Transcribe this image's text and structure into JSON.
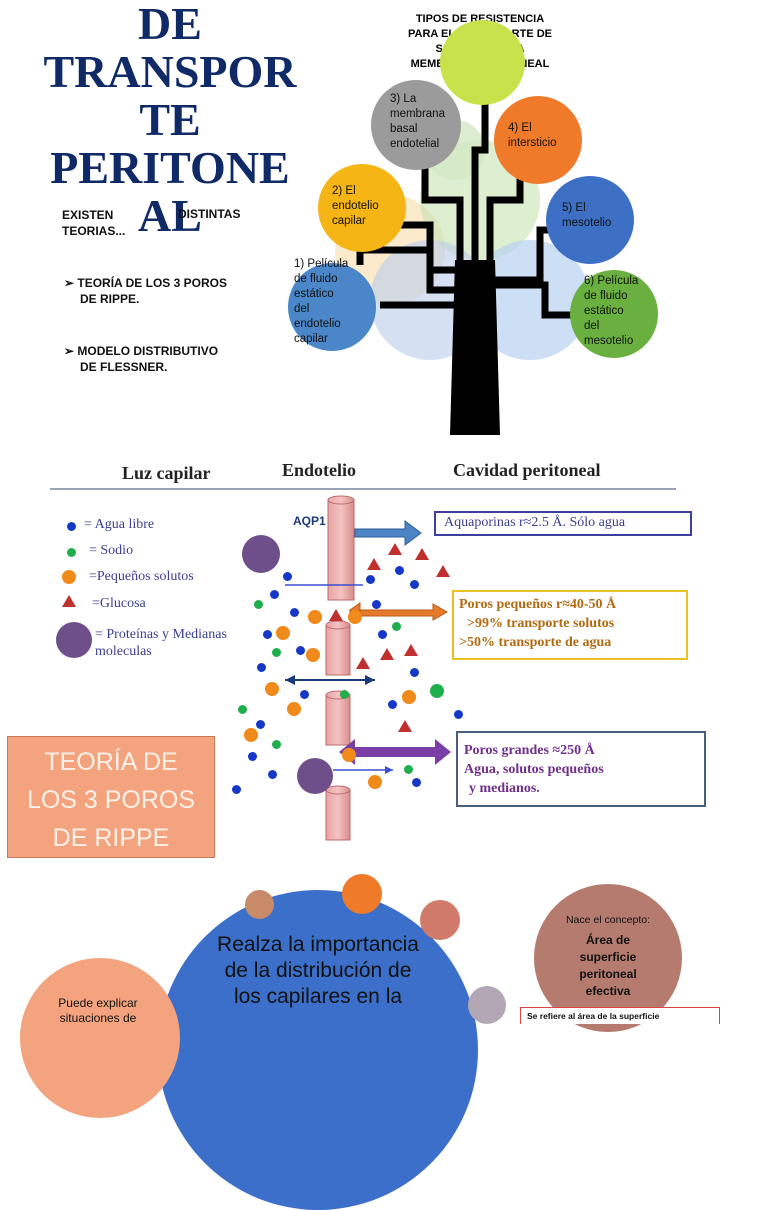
{
  "title_lines": [
    "DE",
    "TRANSPOR",
    "TE",
    "PERITONE",
    "AL"
  ],
  "intro": {
    "left": "EXISTEN TEORIAS...",
    "right": "DISTINTAS"
  },
  "bullets": [
    {
      "line1": "TEORÍA DE LOS 3 POROS",
      "line2": "DE RIPPE."
    },
    {
      "line1": "MODELO DISTRIBUTIVO",
      "line2": "DE FLESSNER."
    }
  ],
  "tree": {
    "heading": [
      "TIPOS DE RESISTENCIA",
      "PARA EL TRASNPORTE DE",
      "SOLUTOS DE LA",
      "MEMBRANA PERITONEAL"
    ],
    "resistances": [
      {
        "label": [
          "1) Película",
          "de fluido",
          "estático",
          "del",
          "endotelio",
          "capilar"
        ],
        "color": "#4a86c8"
      },
      {
        "label": [
          "2) El",
          "endotelio",
          "capilar"
        ],
        "color": "#f5b515"
      },
      {
        "label": [
          "3) La",
          "membrana",
          "basal",
          "endotelial"
        ],
        "color": "#9b9b9b"
      },
      {
        "label": [
          "4) El",
          "intersticio"
        ],
        "color": "#ef7b2a"
      },
      {
        "label": [
          "5) El",
          "mesotelio"
        ],
        "color": "#3d6fc4"
      },
      {
        "label": [
          "6) Película",
          "de fluido",
          "estático",
          "del",
          "mesotelio"
        ],
        "color": "#6ab041"
      }
    ]
  },
  "diagram": {
    "headers": {
      "left": "Luz capilar",
      "center": "Endotelio",
      "right": "Cavidad peritoneal"
    },
    "aqp_label": "AQP1",
    "legend": [
      {
        "symbol": "blue-dot",
        "text": "= Agua libre"
      },
      {
        "symbol": "green-dot",
        "text": "= Sodio"
      },
      {
        "symbol": "orange-dot",
        "text": "=Pequeños solutos"
      },
      {
        "symbol": "red-triangle",
        "text": "=Glucosa"
      },
      {
        "symbol": "purple-dot",
        "text": "= Proteínas y Medianas moleculas"
      }
    ],
    "pores": {
      "aquaporins": "Aquaporinas r≈2.5 Å. Sólo agua",
      "small": [
        "Poros pequeños r≈40-50 Å",
        ">99% transporte solutos",
        ">50% transporte de agua"
      ],
      "large": [
        "Poros grandes ≈250 Å",
        "Agua, solutos pequeños",
        "y medianos."
      ]
    },
    "theory_box": [
      "TEORÍA DE",
      "LOS 3 POROS",
      "DE RIPPE"
    ]
  },
  "bottom": {
    "main_circle": [
      "Realza la importancia",
      "de la distribución de",
      "los capilares en la"
    ],
    "left_circle": [
      "Puede explicar",
      "situaciones de"
    ],
    "concept_intro": "Nace el concepto:",
    "concept": [
      "Área de",
      "superficie",
      "peritoneal",
      "efectiva"
    ],
    "note": "Se refiere al área de la superficie"
  },
  "colors": {
    "title": "#0f2a66",
    "trunk": "#000000",
    "theory_box": "#f4a37f",
    "main_circle": "#3b6fc9",
    "concept_circle": "#b57b6f"
  }
}
